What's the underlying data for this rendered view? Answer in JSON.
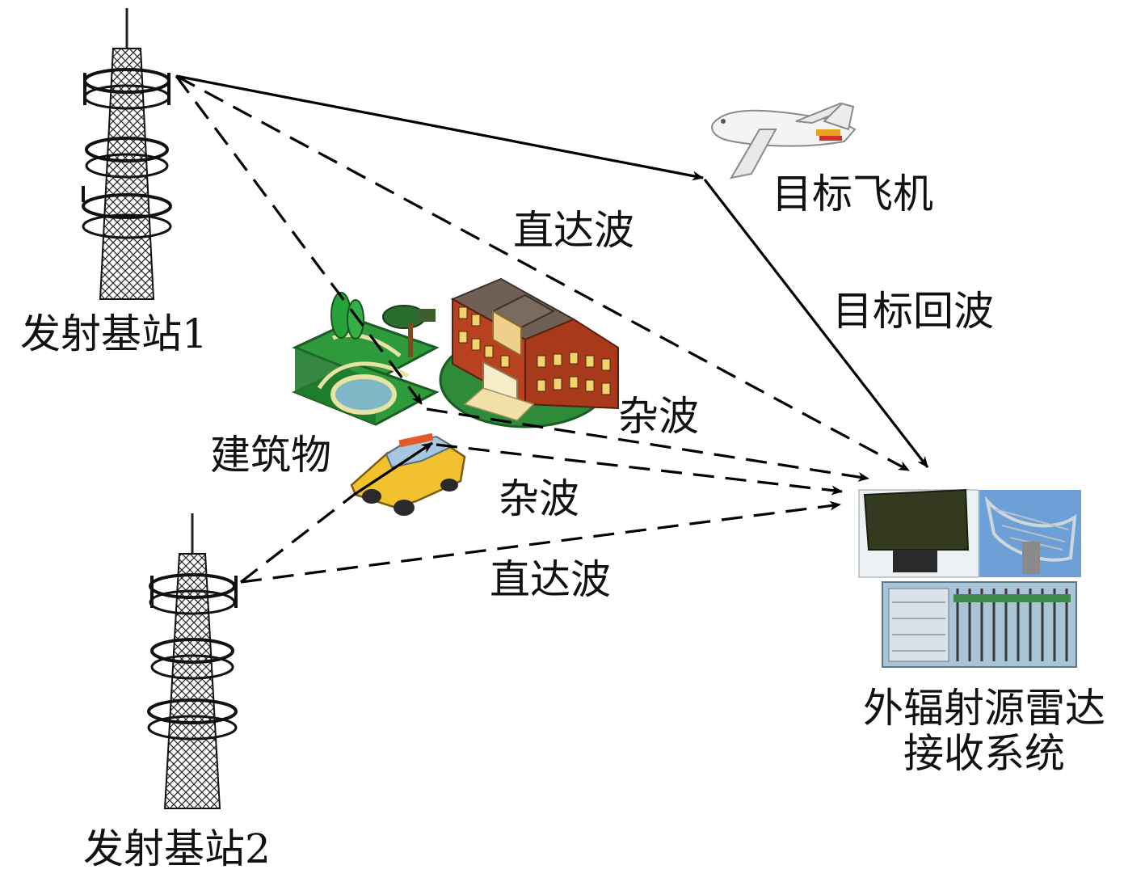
{
  "nodes": {
    "tx1": {
      "label": "发射基站1"
    },
    "tx2": {
      "label": "发射基站2"
    },
    "target": {
      "label": "目标飞机"
    },
    "building": {
      "label": "建筑物"
    },
    "receiver": {
      "label_line1": "外辐射源雷达",
      "label_line2": "接收系统"
    }
  },
  "edges": {
    "direct1": {
      "label": "直达波"
    },
    "echo": {
      "label": "目标回波"
    },
    "clutter1": {
      "label": "杂波"
    },
    "clutter2": {
      "label": "杂波"
    },
    "direct2": {
      "label": "直达波"
    }
  },
  "colors": {
    "line": "#000000",
    "grass": "#2e8b3a",
    "building_wall": "#b8411f",
    "building_roof": "#6f5f55",
    "car": "#f2c12e",
    "sky_panel": "#6ea0d8",
    "equipment": "#a9c4d6"
  }
}
